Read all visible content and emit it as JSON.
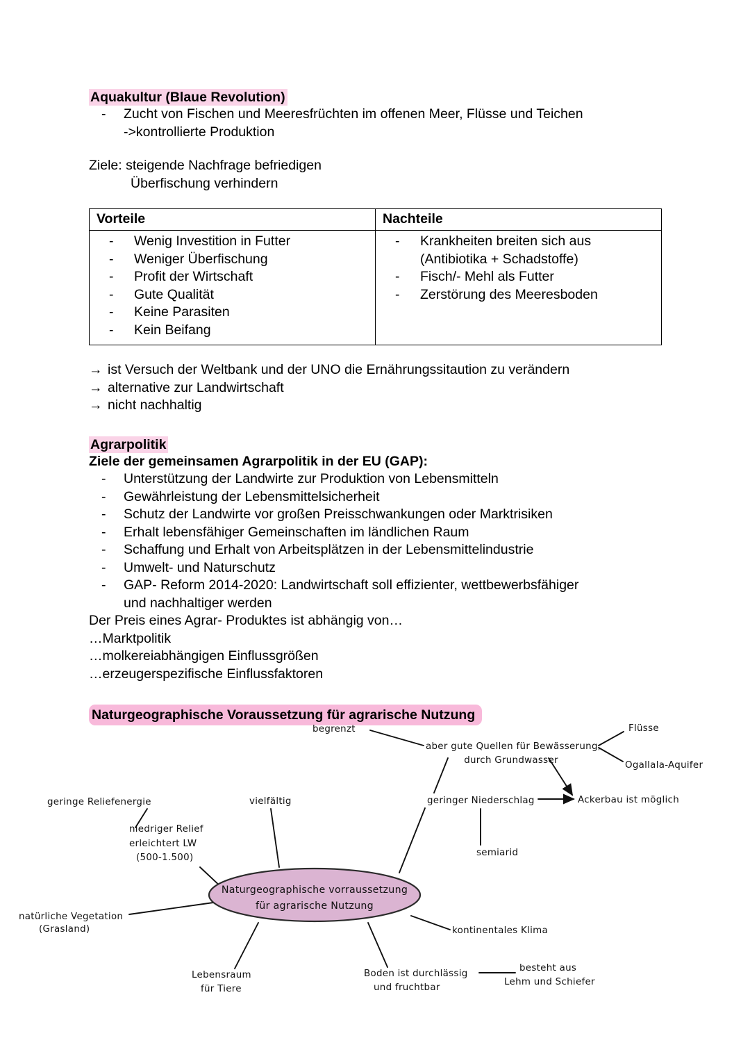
{
  "document": {
    "sections": {
      "aquakultur": {
        "heading": "Aquakultur (Blaue Revolution)",
        "bullets": [
          {
            "line1": "Zucht von Fischen und Meeresfrüchten im offenen Meer, Flüsse und Teichen",
            "line2": "->kontrollierte Produktion"
          }
        ],
        "ziele_label": "Ziele: steigende Nachfrage befriedigen",
        "ziele_line2": "Überfischung verhindern",
        "table": {
          "headers": [
            "Vorteile",
            "Nachteile"
          ],
          "vorteile": [
            "Wenig Investition in Futter",
            "Weniger Überfischung",
            "Profit der Wirtschaft",
            "Gute Qualität",
            "Keine Parasiten",
            "Kein Beifang"
          ],
          "nachteile": [
            {
              "text": "Krankheiten breiten sich aus",
              "sub": "(Antibiotika + Schadstoffe)"
            },
            {
              "text": "Fisch/- Mehl als Futter",
              "sub": ""
            },
            {
              "text": "Zerstörung des Meeresboden",
              "sub": ""
            }
          ]
        },
        "conclusions": [
          "ist Versuch der Weltbank und der UNO die Ernährungssitaution zu verändern",
          "alternative zur Landwirtschaft",
          "nicht nachhaltig"
        ],
        "arrow_glyph": "→"
      },
      "agrarpolitik": {
        "heading": "Agrarpolitik",
        "subheading": "Ziele der gemeinsamen Agrarpolitik in der EU (GAP):",
        "goals": [
          {
            "line1": "Unterstützung der Landwirte zur Produktion von Lebensmitteln",
            "line2": ""
          },
          {
            "line1": "Gewährleistung der Lebensmittelsicherheit",
            "line2": ""
          },
          {
            "line1": "Schutz der Landwirte vor großen Preisschwankungen oder Marktrisiken",
            "line2": ""
          },
          {
            "line1": "Erhalt lebensfähiger Gemeinschaften im ländlichen Raum",
            "line2": ""
          },
          {
            "line1": "Schaffung und Erhalt von Arbeitsplätzen in der Lebensmittelindustrie",
            "line2": ""
          },
          {
            "line1": "Umwelt- und Naturschutz",
            "line2": ""
          },
          {
            "line1": "GAP- Reform 2014-2020: Landwirtschaft soll effizienter, wettbewerbsfähiger",
            "line2": "und nachhaltiger werden"
          }
        ],
        "price_intro": "Der Preis eines Agrar- Produktes ist abhängig von…",
        "price_factors": [
          "…Marktpolitik",
          "…molkereiabhängigen Einflussgrößen",
          "…erzeugerspezifische Einflussfaktoren"
        ]
      },
      "naturgeographie": {
        "heading": "Naturgeographische Voraussetzung für agrarische Nutzung"
      }
    },
    "bullet_glyph": "-",
    "colors": {
      "highlight_light": "#fad3e7",
      "highlight_strong": "#f8b9da",
      "ellipse_fill": "#dbb4d2",
      "ellipse_stroke": "#2b2b2b",
      "ink": "#111111"
    }
  },
  "mindmap": {
    "center": {
      "line1": "Naturgeographische vorraussetzung",
      "line2": "für  agrarische Nutzung"
    },
    "nodes": [
      {
        "id": "begrenzt",
        "label": "begrenzt"
      },
      {
        "id": "quellen-l1",
        "label": "aber gute Quellen für Bewässerung,"
      },
      {
        "id": "quellen-l2",
        "label": "durch Grundwasser"
      },
      {
        "id": "fluesse",
        "label": "Flüsse"
      },
      {
        "id": "ogallala",
        "label": "Ogallala-Aquifer"
      },
      {
        "id": "geringe-reliefenergie",
        "label": "geringe  Reliefenergie"
      },
      {
        "id": "vielfaeltig",
        "label": "vielfältig"
      },
      {
        "id": "geringer-niederschlag",
        "label": "geringer Niederschlag"
      },
      {
        "id": "ackerbau",
        "label": "Ackerbau  ist möglich"
      },
      {
        "id": "relief-l1",
        "label": "niedriger Relief"
      },
      {
        "id": "relief-l2",
        "label": "erleichtert LW"
      },
      {
        "id": "relief-l3",
        "label": "(500-1.500)"
      },
      {
        "id": "semiarid",
        "label": "semiarid"
      },
      {
        "id": "vegetation-l1",
        "label": "natürliche Vegetation"
      },
      {
        "id": "vegetation-l2",
        "label": "(Grasland)"
      },
      {
        "id": "kontinentales-klima",
        "label": "kontinentales Klima"
      },
      {
        "id": "lebensraum-l1",
        "label": "Lebensraum"
      },
      {
        "id": "lebensraum-l2",
        "label": "für Tiere"
      },
      {
        "id": "boden-l1",
        "label": "Boden ist durchlässig"
      },
      {
        "id": "boden-l2",
        "label": "und fruchtbar"
      },
      {
        "id": "besteht-l1",
        "label": "besteht aus"
      },
      {
        "id": "besteht-l2",
        "label": "Lehm und Schiefer"
      }
    ]
  }
}
